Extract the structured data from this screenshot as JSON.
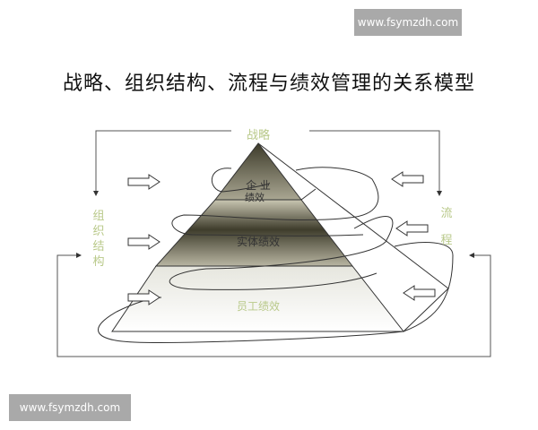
{
  "watermarks": {
    "top": "www.fsymzdh.com",
    "bottom": "www.fsymzdh.com"
  },
  "title": "战略、组织结构、流程与绩效管理的关系模型",
  "diagram": {
    "top_label": "战略",
    "left_label": [
      "组",
      "织",
      "结",
      "构"
    ],
    "right_label": [
      "流",
      "程"
    ],
    "pyramid_layers": [
      {
        "label_line1": "企  业",
        "label_line2": "绩效"
      },
      {
        "label": "实体绩效"
      },
      {
        "label": "员工绩效"
      }
    ],
    "colors": {
      "label_green": "#b9c98a",
      "pyramid_dark": "#3d3b2a",
      "pyramid_mid": "#8a8772",
      "line": "#333333"
    }
  }
}
